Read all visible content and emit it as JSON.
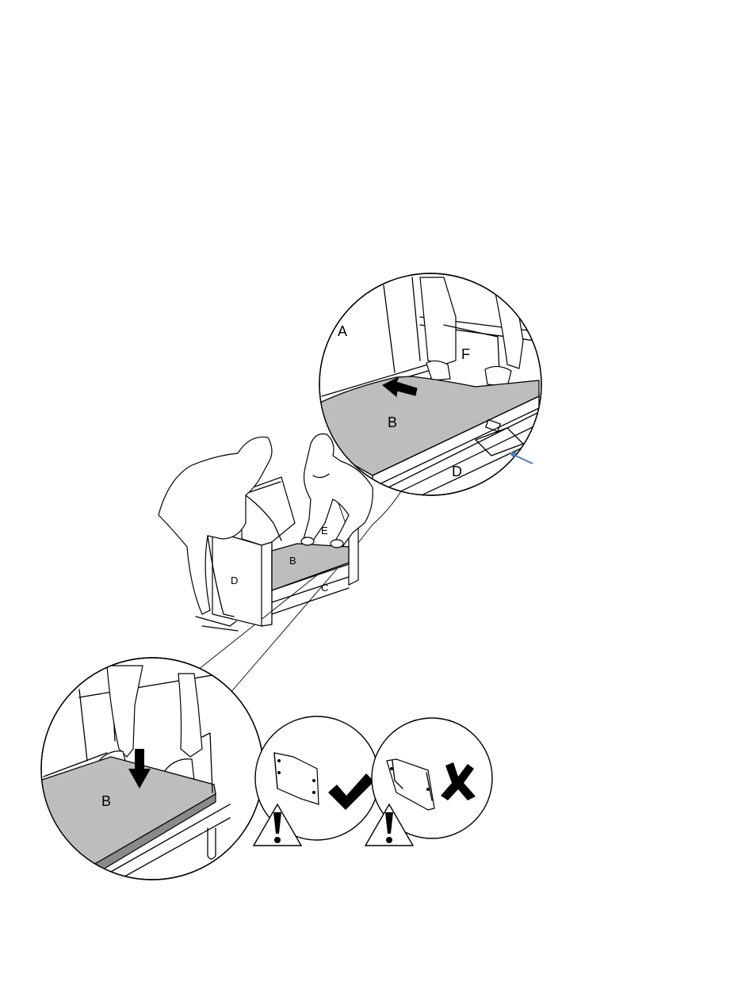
{
  "labels": {
    "top_detail": {
      "a": "A",
      "f": "F",
      "b": "B",
      "d": "D"
    },
    "main_scene": {
      "e": "E",
      "b": "B",
      "c": "C",
      "d": "D"
    },
    "bottom_detail": {
      "b": "B"
    }
  },
  "colors": {
    "panel_fill": "#bdbdbd",
    "pointer_arrow": "#4a7cc0",
    "line": "#000000"
  },
  "icons": {
    "correct": "checkmark-icon",
    "incorrect": "x-mark-icon",
    "warning": "warning-triangle-icon"
  }
}
